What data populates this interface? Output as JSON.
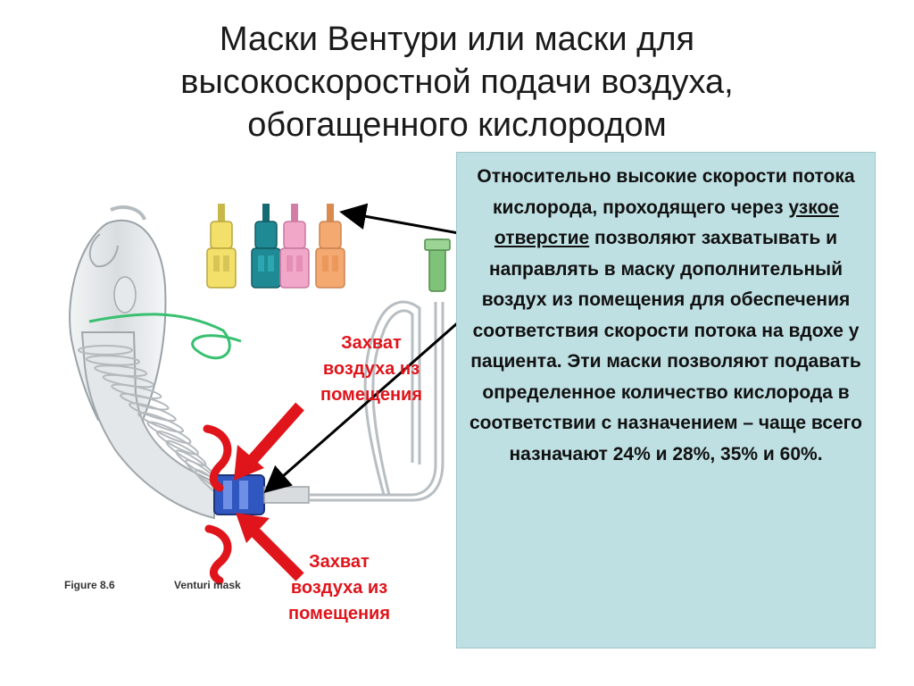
{
  "title": {
    "line1": "Маски Вентури или маски для",
    "line2": "высокоскоростной подачи воздуха,",
    "line3": "обогащенного кислородом"
  },
  "callout": {
    "part1": "Относительно высокие скорости потока кислорода, проходящего через ",
    "underlined": "узкое отверстие",
    "part2": " позволяют захватывать и направлять в маску дополнительный воздух из помещения для обеспечения соответствия скорости потока на вдохе у пациента. Эти маски позволяют подавать определенное количество кислорода в соответствии с назначением – чаще всего назначают 24% и 28%, 35% и 60%."
  },
  "labels": {
    "top": {
      "line1": "Захват",
      "line2": "воздуха из",
      "line3": "помещения"
    },
    "bottom": {
      "line1": "Захват",
      "line2": "воздуха из",
      "line3": "помещения"
    }
  },
  "figure": {
    "number": "Figure 8.6",
    "name": "Venturi mask"
  },
  "colors": {
    "callout_bg": "#bfe0e3",
    "accent_red": "#e0141b",
    "valve_yellow": "#f2e06a",
    "valve_teal": "#1f8a94",
    "valve_pink": "#f0a7c8",
    "valve_orange": "#f4a970",
    "strap_green": "#38c070",
    "tube_end_green": "#7fc27a"
  }
}
